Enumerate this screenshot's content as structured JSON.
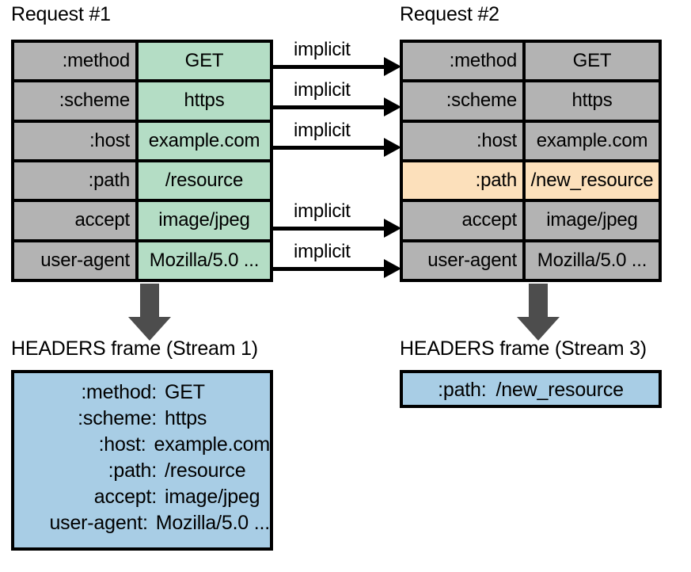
{
  "diagram": {
    "title_request1": "Request #1",
    "title_request2": "Request #2",
    "frame1_caption": "HEADERS frame (Stream 1)",
    "frame2_caption": "HEADERS frame (Stream 3)",
    "implicit_label": "implicit",
    "colors": {
      "gray": "#b3b3b3",
      "green": "#b4ddc5",
      "orange": "#fce0bb",
      "blue": "#a8cde5",
      "arrow": "#4d4d4d",
      "stroke": "#000000"
    }
  },
  "request1": {
    "rows": [
      {
        "name": ":method",
        "value": "GET",
        "fill": "green"
      },
      {
        "name": ":scheme",
        "value": "https",
        "fill": "green"
      },
      {
        "name": ":host",
        "value": "example.com",
        "fill": "green"
      },
      {
        "name": ":path",
        "value": "/resource",
        "fill": "green"
      },
      {
        "name": "accept",
        "value": "image/jpeg",
        "fill": "green"
      },
      {
        "name": "user-agent",
        "value": "Mozilla/5.0 ...",
        "fill": "green"
      }
    ]
  },
  "request2": {
    "rows": [
      {
        "name": ":method",
        "value": "GET",
        "fill": "gray"
      },
      {
        "name": ":scheme",
        "value": "https",
        "fill": "gray"
      },
      {
        "name": ":host",
        "value": "example.com",
        "fill": "gray"
      },
      {
        "name": ":path",
        "value": "/new_resource",
        "fill": "orange"
      },
      {
        "name": "accept",
        "value": "image/jpeg",
        "fill": "gray"
      },
      {
        "name": "user-agent",
        "value": "Mozilla/5.0 ...",
        "fill": "gray"
      }
    ]
  },
  "implicit_arrows": [
    {
      "label": "implicit",
      "from_row": ":method",
      "to_row": ":method"
    },
    {
      "label": "implicit",
      "from_row": ":scheme",
      "to_row": ":scheme"
    },
    {
      "label": "implicit",
      "from_row": ":host",
      "to_row": ":host"
    },
    {
      "label": "implicit",
      "from_row": "accept",
      "to_row": "accept"
    },
    {
      "label": "implicit",
      "from_row": "user-agent",
      "to_row": "user-agent"
    }
  ],
  "frame_stream1": {
    "caption": "HEADERS frame (Stream 1)",
    "lines": [
      {
        "name": ":method:",
        "value": "GET"
      },
      {
        "name": ":scheme:",
        "value": "https"
      },
      {
        "name": ":host:",
        "value": "example.com"
      },
      {
        "name": ":path:",
        "value": "/resource"
      },
      {
        "name": "accept:",
        "value": "image/jpeg"
      },
      {
        "name": "user-agent:",
        "value": "Mozilla/5.0 ..."
      }
    ]
  },
  "frame_stream3": {
    "caption": "HEADERS frame (Stream 3)",
    "lines": [
      {
        "name": ":path:",
        "value": "/new_resource"
      }
    ]
  }
}
